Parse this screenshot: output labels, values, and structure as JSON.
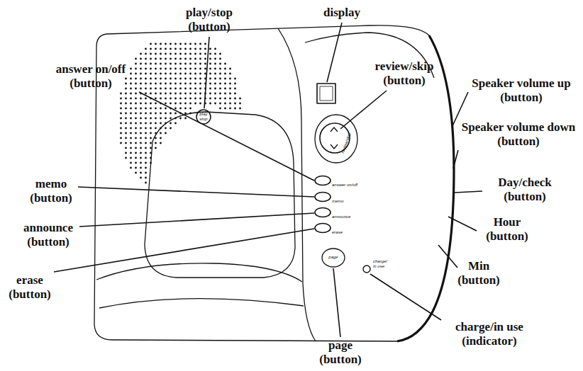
{
  "diagram": {
    "labels": [
      "play/stop (button)",
      "display",
      "review/skip (button)",
      "Speaker volume up (button)",
      "Speaker volume down (button)",
      "Day/check (button)",
      "Hour (button)",
      "Min (button)",
      "charge/in use (indicator)",
      "page (button)",
      "erase (button)",
      "announce (button)",
      "memo (button)",
      "answer on/off (button)",
      "play stop",
      "answer on/off",
      "memo",
      "announce",
      "erase",
      "page",
      "charge/ in use",
      "review/skip"
    ]
  }
}
